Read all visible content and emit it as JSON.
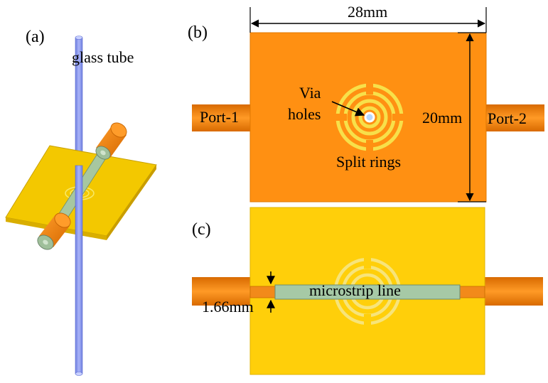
{
  "panels": {
    "a": {
      "label": "(a)",
      "tube_label": "glass tube"
    },
    "b": {
      "label": "(b)",
      "width_dim": "28mm",
      "height_dim": "20mm",
      "port_left": "Port-1",
      "port_right": "Port-2",
      "via_label_1": "Via",
      "via_label_2": "holes",
      "rings_label": "Split rings"
    },
    "c": {
      "label": "(c)",
      "line_label": "microstrip line",
      "width_dim": "1.66mm"
    }
  },
  "colors": {
    "substrate_top": "#ff9012",
    "substrate_bottom": "#ffcf0a",
    "port_orange": "#f27c00",
    "ring_yellow": "#f7e04a",
    "microstrip_green": "#a6c9a6",
    "glass_blue": "#8f9bf0"
  }
}
